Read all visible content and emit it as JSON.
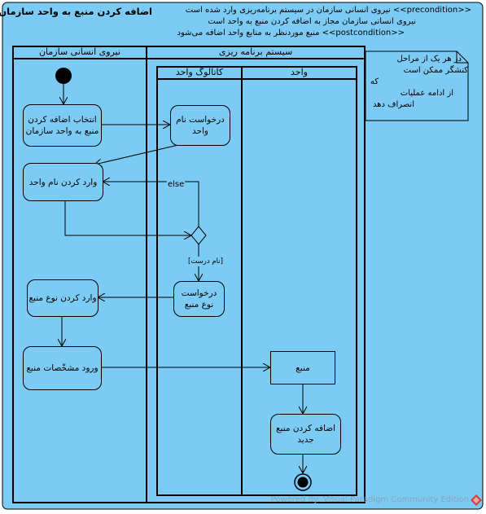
{
  "diagram": {
    "title": "اضافه کردن منبع به واحد سازمان",
    "preconditions": [
      "نیروی انسانی سازمان در سیستم برنامه‌ریزی وارد شده است <<precondition>>",
      "نیروی انسانی سازمان مجاز به اضافه کردن منبع به واحد است",
      "منبع موردنظر به منابع واحد اضافه می‌شود <<postcondition>>"
    ],
    "partitions": {
      "org_staff": "نیروی انسانی سازمان",
      "planning_system": "سیستم برنامه ریزی",
      "unit_catalog": "کاتالوگ واحد",
      "unit": "واحد"
    },
    "actions": {
      "select_add": "انتخاب اضافه کردن منبع به واحد سازمان",
      "request_unit_name": "درخواست نام واحد",
      "enter_unit_name": "وارد کردن نام واحد",
      "request_resource_type": "درخواست نوع منبع",
      "enter_resource_type": "وارد کردن نوع منبع",
      "enter_resource_details": "ورود مشخّصات منبع",
      "add_new_resource": "اضافه کردن منبع جدید"
    },
    "object_node": "منبع",
    "guards": {
      "else": "else",
      "correct_name": "[نام درست]"
    },
    "note": [
      "در هر یک از مراحل",
      "کنشگر ممکن است",
      "که",
      "از ادامه عملیات",
      "انصراف دهد"
    ],
    "footer": "Powered By: Visual Paradigm Community Edition",
    "colors": {
      "background": "#7ccbf4",
      "stroke": "#000000",
      "footer_text": "#8aa4b8",
      "logo": "#d0403f"
    }
  }
}
